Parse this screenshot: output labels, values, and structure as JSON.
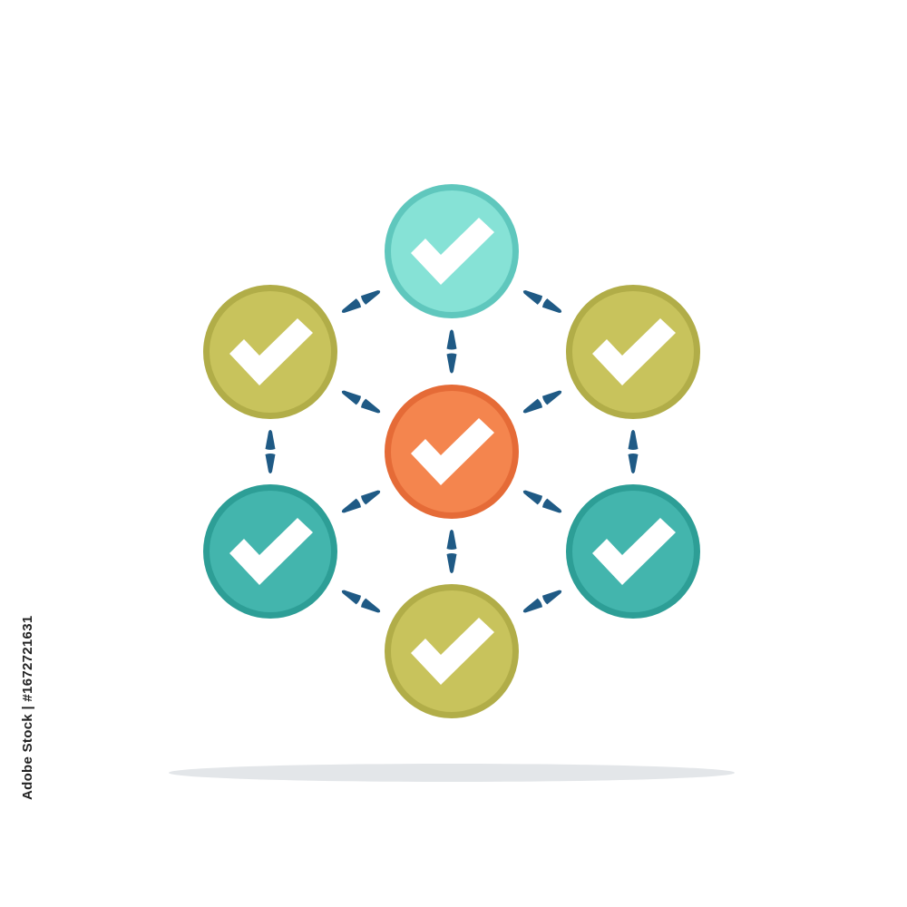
{
  "stock_id_text": "Adobe Stock | #1672721631",
  "colors": {
    "background": "#ffffff",
    "connector": "#1f5a85",
    "check": "#ffffff",
    "shadow": "#e3e6e9"
  },
  "diagram": {
    "type": "hexagonal-network",
    "center_node": {
      "id": "center",
      "icon": "checkmark-icon",
      "fill": "#f4854e",
      "border": "#e56b37"
    },
    "outer_nodes": [
      {
        "id": "top",
        "icon": "checkmark-icon",
        "fill": "#86e2d6",
        "border": "#5fc7bd"
      },
      {
        "id": "upper-right",
        "icon": "checkmark-icon",
        "fill": "#c8c35c",
        "border": "#b1ad48"
      },
      {
        "id": "lower-right",
        "icon": "checkmark-icon",
        "fill": "#43b5ad",
        "border": "#2d9e96"
      },
      {
        "id": "bottom",
        "icon": "checkmark-icon",
        "fill": "#c8c35c",
        "border": "#b1ad48"
      },
      {
        "id": "lower-left",
        "icon": "checkmark-icon",
        "fill": "#43b5ad",
        "border": "#2d9e96"
      },
      {
        "id": "upper-left",
        "icon": "checkmark-icon",
        "fill": "#c8c35c",
        "border": "#b1ad48"
      }
    ],
    "links": [
      [
        "center",
        "top"
      ],
      [
        "center",
        "upper-right"
      ],
      [
        "center",
        "lower-right"
      ],
      [
        "center",
        "bottom"
      ],
      [
        "center",
        "lower-left"
      ],
      [
        "center",
        "upper-left"
      ],
      [
        "top",
        "upper-right"
      ],
      [
        "upper-right",
        "lower-right"
      ],
      [
        "lower-right",
        "bottom"
      ],
      [
        "bottom",
        "lower-left"
      ],
      [
        "lower-left",
        "upper-left"
      ],
      [
        "upper-left",
        "top"
      ]
    ]
  }
}
